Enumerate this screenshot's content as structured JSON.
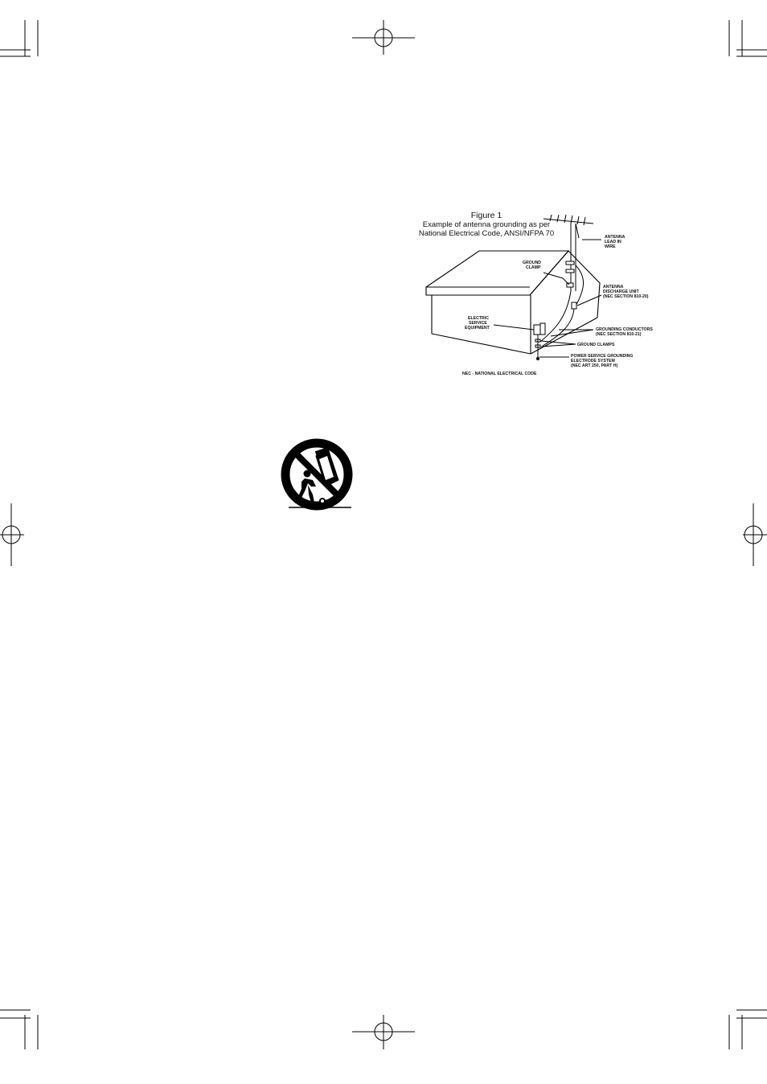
{
  "figure": {
    "title": "Figure 1",
    "caption_line1": "Example of antenna grounding as per",
    "caption_line2": "National Electrical Code, ANSI/NFPA 70",
    "labels": {
      "antenna_lead_in_wire": [
        "ANTENNA",
        "LEAD IN",
        "WIRE"
      ],
      "ground_clamp": [
        "GROUND",
        "CLAMP"
      ],
      "antenna_discharge_unit": [
        "ANTENNA",
        "DISCHARGE UNIT",
        "(NEC SECTION 810-20)"
      ],
      "electric_service_equipment": [
        "ELECTRIC",
        "SERVICE",
        "EQUIPMENT"
      ],
      "grounding_conductors": [
        "GROUNDING CONDUCTORS",
        "(NEC SECTION 810-21)"
      ],
      "ground_clamps": "GROUND CLAMPS",
      "power_service_grounding": [
        "POWER SERVICE GROUNDING",
        "ELECTRODE SYSTEM",
        "(NEC ART 250, PART H)"
      ],
      "nec_note": "NEC - NATIONAL ELECTRICAL CODE"
    }
  },
  "icons": {
    "cart_warning": "portable-cart-warning-icon",
    "registration_mark": "registration-crosshair-icon",
    "crop_mark": "crop-mark-icon"
  }
}
